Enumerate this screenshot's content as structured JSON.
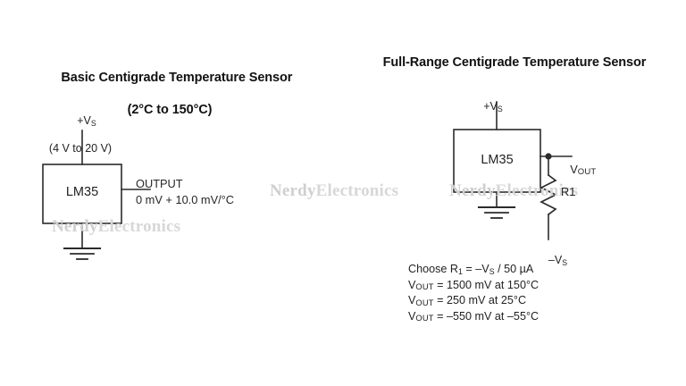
{
  "page": {
    "background": "#ffffff",
    "line_color": "#2b2b2b"
  },
  "left_circuit": {
    "title_line1": "Basic Centigrade Temperature Sensor",
    "title_line2": "(2°C to 150°C)",
    "supply_label": "+V",
    "supply_sub": "S",
    "supply_range": "(4 V to 20 V)",
    "ic_name": "LM35",
    "output_label": "OUTPUT",
    "output_formula": "0 mV + 10.0 mV/°C",
    "ground_icon": "ground-icon"
  },
  "right_circuit": {
    "title": "Full-Range Centigrade Temperature Sensor",
    "supply_label": "+V",
    "supply_sub": "S",
    "ic_name": "LM35",
    "vout_label": "V",
    "vout_sub": "OUT",
    "resistor_label": "R1",
    "neg_supply_label": "–V",
    "neg_supply_sub": "S",
    "ground_icon": "ground-icon",
    "junction_icon": "junction-dot-icon",
    "resistor_icon": "resistor-zigzag-icon"
  },
  "equations": {
    "line1_a": "Choose R",
    "line1_sub": "1",
    "line1_b": " = –V",
    "line1_sub2": "S",
    "line1_c": " / 50 µA",
    "line2_a": "V",
    "line2_sub": "OUT",
    "line2_b": " = 1500 mV at 150°C",
    "line3_a": "V",
    "line3_sub": "OUT",
    "line3_b": " = 250 mV at 25°C",
    "line4_a": "V",
    "line4_sub": "OUT",
    "line4_b": " = –550 mV at –55°C"
  },
  "watermark": {
    "text_bold": "Nerdy",
    "text_light": "Electronics",
    "color": "#d7d7d7"
  }
}
